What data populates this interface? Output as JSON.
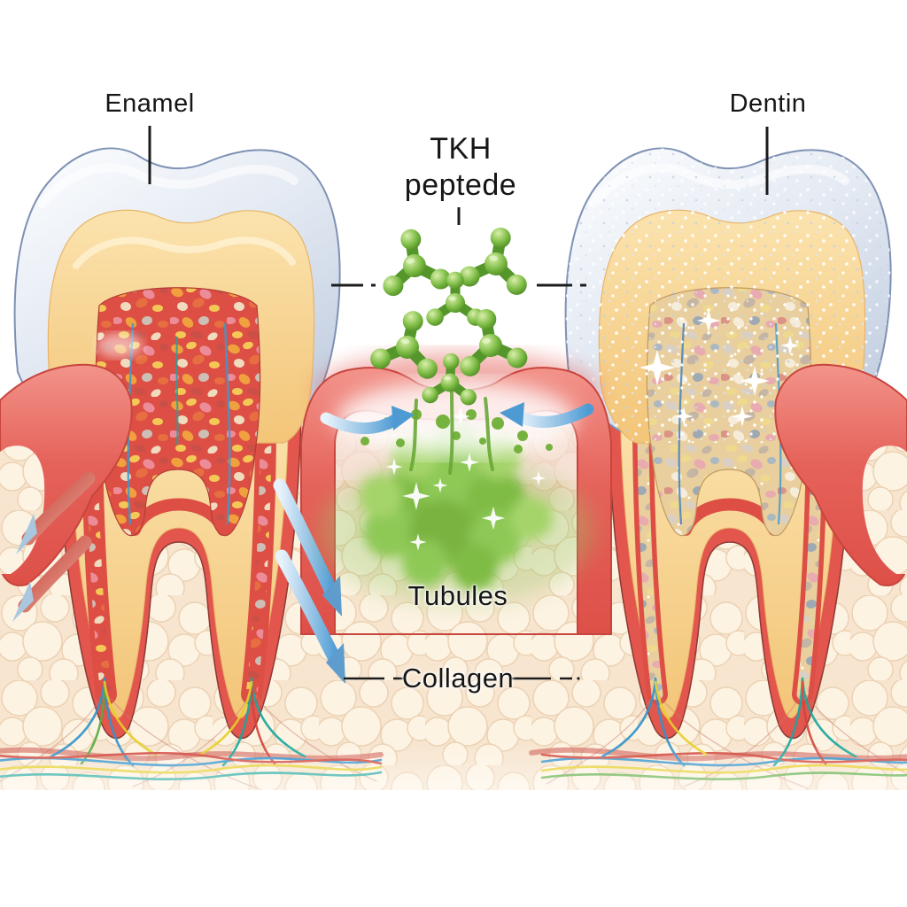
{
  "figure": {
    "labels": {
      "enamel": "Enamel",
      "dentin": "Dentin",
      "peptide_line1": "TKH",
      "peptide_line2": "peptede",
      "tubules": "Tubules",
      "collagen": "Collagen"
    },
    "colors": {
      "enamel": "#e8edf5",
      "dentin": "#f6cf8e",
      "pulp_red": "#dd4f45",
      "gum_red": "#e2564e",
      "bone_beige": "#f7e5cf",
      "peptide_green": "#6fb83c",
      "arrow_blue": "#5aa8dc",
      "arrow_red": "#c43b33",
      "label_text": "#161616"
    }
  }
}
